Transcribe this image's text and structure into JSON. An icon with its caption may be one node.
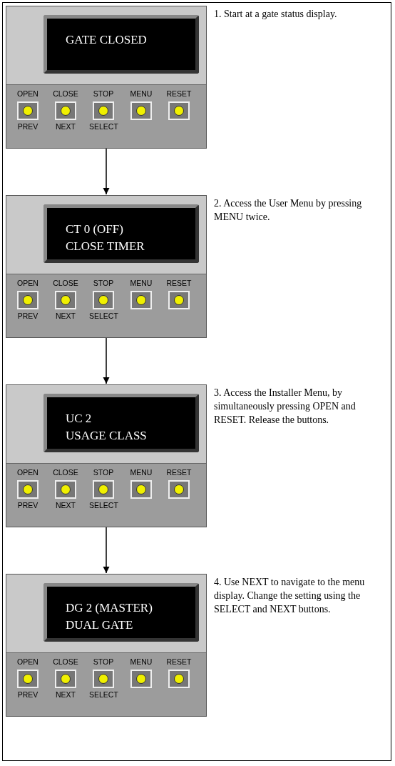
{
  "diagram": {
    "nodes": [
      {
        "text": [],
        "shape": "box",
        "beside": [
          "1. Start at a gate status display."
        ]
      },
      {
        "text": [
          "GATE CLOSED"
        ],
        "in": 0
      },
      {
        "text": [
          "OPEN",
          "PREV"
        ],
        "in": 0
      },
      {
        "text": [
          "CLOSE",
          "NEXT"
        ],
        "in": 0
      },
      {
        "text": [
          "STOP",
          "SELECT"
        ],
        "in": 0
      },
      {
        "text": [
          "MENU"
        ],
        "in": 0
      },
      {
        "text": [
          "RESET"
        ],
        "in": 0
      },
      {
        "text": [],
        "shape": "box",
        "beside": [
          "2. Access the User Menu by pressing MENU twice."
        ]
      },
      {
        "text": [
          "CT 0 (OFF)",
          "CLOSE TIMER"
        ],
        "in": 7
      },
      {
        "text": [
          "OPEN",
          "PREV"
        ],
        "in": 7
      },
      {
        "text": [
          "CLOSE",
          "NEXT"
        ],
        "in": 7
      },
      {
        "text": [
          "STOP",
          "SELECT"
        ],
        "in": 7
      },
      {
        "text": [
          "MENU"
        ],
        "in": 7
      },
      {
        "text": [
          "RESET"
        ],
        "in": 7
      },
      {
        "text": [],
        "shape": "box",
        "beside": [
          "3. Access the Installer Menu, by simultaneously pressing OPEN and RESET. Release the buttons."
        ]
      },
      {
        "text": [
          "UC 2",
          "USAGE CLASS"
        ],
        "in": 14
      },
      {
        "text": [
          "OPEN",
          "PREV"
        ],
        "in": 14
      },
      {
        "text": [
          "CLOSE",
          "NEXT"
        ],
        "in": 14
      },
      {
        "text": [
          "STOP",
          "SELECT"
        ],
        "in": 14
      },
      {
        "text": [
          "MENU"
        ],
        "in": 14
      },
      {
        "text": [
          "RESET"
        ],
        "in": 14
      },
      {
        "text": [],
        "shape": "box",
        "beside": [
          "4. Use NEXT to navigate to the menu display. Change the setting using the SELECT and NEXT buttons."
        ]
      },
      {
        "text": [
          "DG 2 (MASTER)",
          "DUAL GATE"
        ],
        "in": 21
      },
      {
        "text": [
          "OPEN",
          "PREV"
        ],
        "in": 21
      },
      {
        "text": [
          "CLOSE",
          "NEXT"
        ],
        "in": 21
      },
      {
        "text": [
          "STOP",
          "SELECT"
        ],
        "in": 21
      },
      {
        "text": [
          "MENU"
        ],
        "in": 21
      },
      {
        "text": [
          "RESET"
        ],
        "in": 21
      }
    ],
    "edges": [
      {
        "from": 0,
        "to": 7,
        "arrow": "to"
      },
      {
        "from": 7,
        "to": 14,
        "arrow": "to"
      },
      {
        "from": 14,
        "to": 21,
        "arrow": "to"
      }
    ]
  }
}
